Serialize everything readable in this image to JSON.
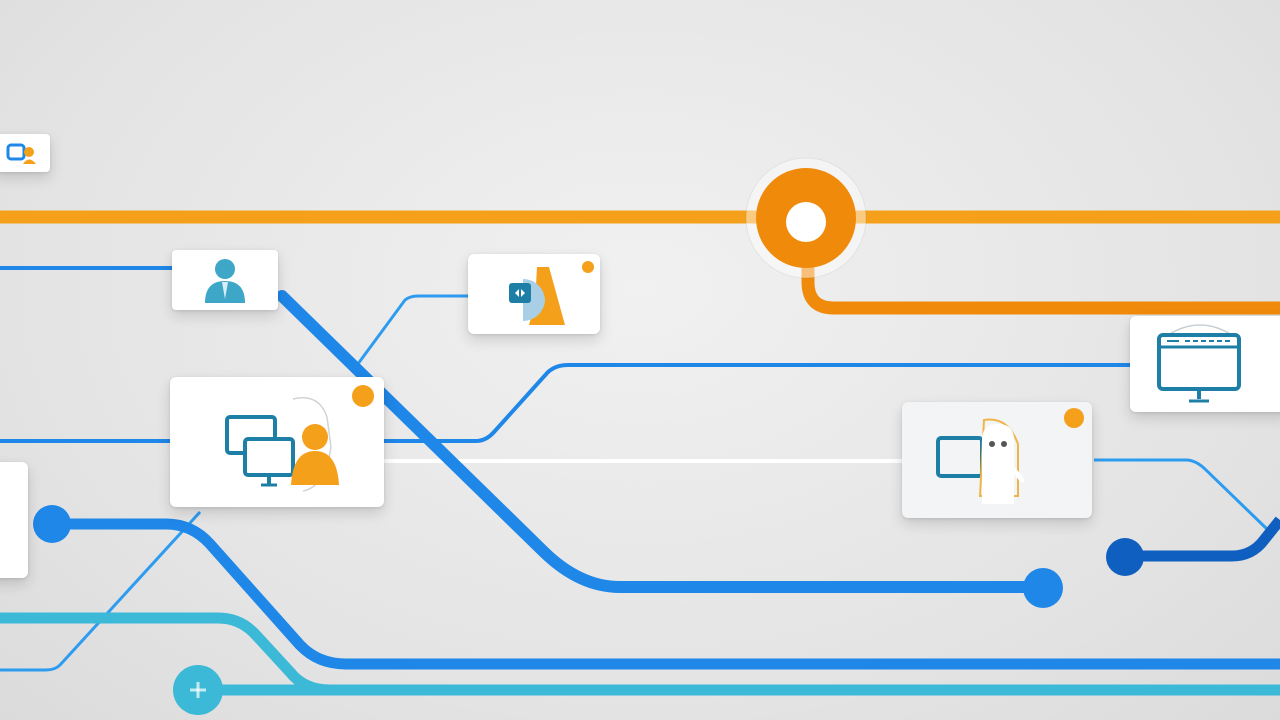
{
  "colors": {
    "orange": "#f5a01a",
    "orange_dark": "#f08a0b",
    "blue": "#1f87e8",
    "blue_light": "#2d9cf0",
    "blue_dark": "#0f5fc0",
    "cyan": "#3bb9d6",
    "teal_icon": "#1e7fa6",
    "card_bg": "#ffffff",
    "badge": "#f5a01a",
    "connector": "#ffffff"
  },
  "nodes": [
    {
      "id": "node-top-left",
      "icon": "chat-person-icon"
    },
    {
      "id": "node-user",
      "icon": "user-icon"
    },
    {
      "id": "node-document",
      "icon": "document-shape-icon"
    },
    {
      "id": "node-monitors",
      "icon": "monitors-user-icon"
    },
    {
      "id": "node-right-monitor",
      "icon": "monitor-icon"
    },
    {
      "id": "node-monitor-person",
      "icon": "monitor-person-icon"
    },
    {
      "id": "node-left-edge",
      "icon": ""
    }
  ],
  "hub": {
    "icon": "hub-ring-icon"
  },
  "endpoints": [
    "blue-endpoint-left",
    "blue-endpoint-right",
    "dark-blue-endpoint",
    "cyan-plus-endpoint"
  ]
}
